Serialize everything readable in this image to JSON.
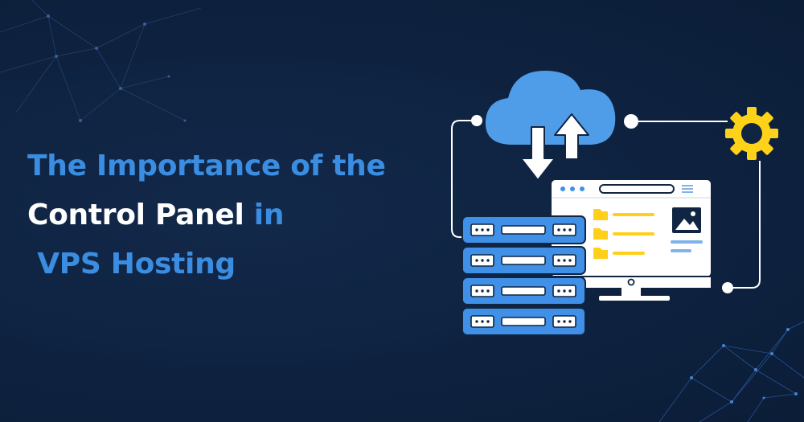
{
  "headline": {
    "line1": "The Importance of the",
    "line2_main": "Control Panel",
    "line2_tail": " in",
    "line3": " VPS Hosting"
  },
  "colors": {
    "background": "#0f2542",
    "accent_blue": "#3a8de0",
    "cloud_blue": "#4f9de8",
    "server_blue": "#3f90e6",
    "gear_yellow": "#ffd21a",
    "folder_yellow": "#ffcf1a",
    "white": "#ffffff"
  },
  "icons": [
    "network-mesh",
    "cloud-icon",
    "upload-arrow-icon",
    "download-arrow-icon",
    "gear-icon",
    "monitor-icon",
    "folder-icon",
    "image-icon",
    "server-rack-icon"
  ]
}
